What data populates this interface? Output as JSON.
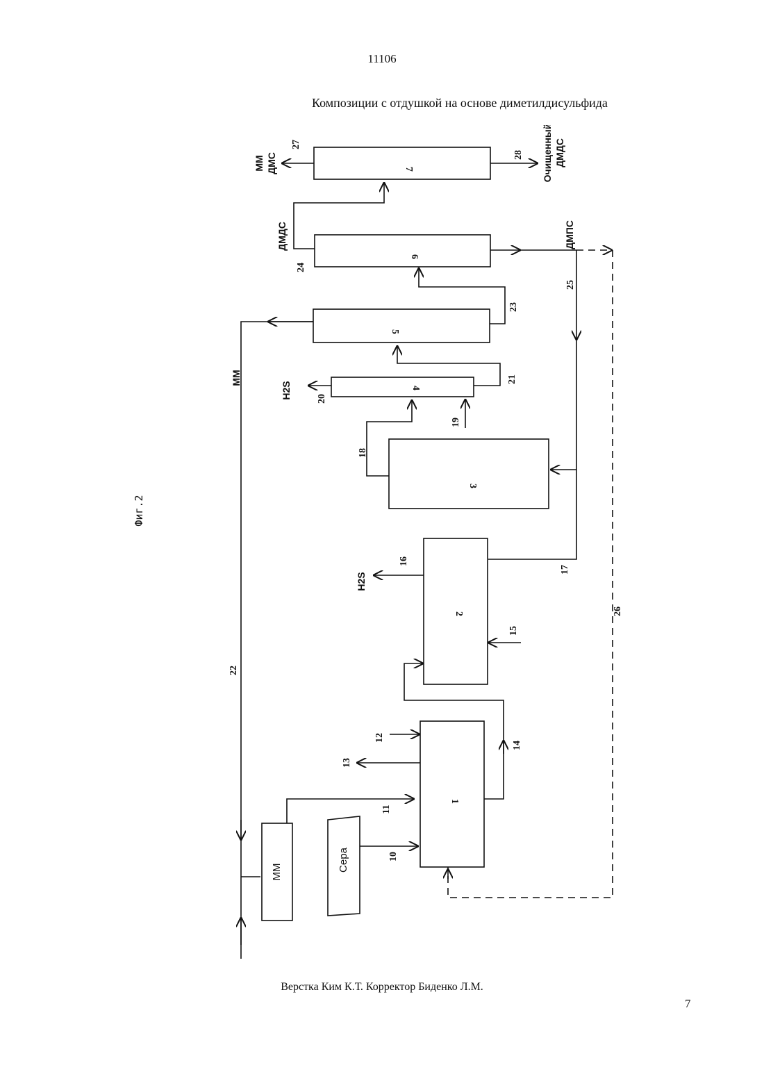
{
  "header": {
    "page_number": "11106",
    "title": "Композиции с отдушкой на основе диметилдисульфида"
  },
  "figure": {
    "caption": "Фиг.2",
    "units": {
      "u1": "1",
      "u2": "2",
      "u3": "3",
      "u4": "4",
      "u5": "5",
      "u6": "6",
      "u7": "7",
      "mm_tank": "ММ",
      "sulfur_tank": "Сера"
    },
    "streams": {
      "s10": "10",
      "s11": "11",
      "s12": "12",
      "s13": "13",
      "s14": "14",
      "s15": "15",
      "s16": "16",
      "s17": "17",
      "s18": "18",
      "s19": "19",
      "s20": "20",
      "s21": "21",
      "s22": "22",
      "s23": "23",
      "s24": "24",
      "s25": "25",
      "s26": "26",
      "s27": "27",
      "s28": "28"
    },
    "products": {
      "h2s_top": "H2S",
      "h2s_mid": "H2S",
      "mm_recycle": "ММ",
      "dmds_feed": "ДМДС",
      "dmps": "ДМПС",
      "mm_line1": "ММ",
      "dms_line2": "ДМС",
      "purified_line1": "Очищенный",
      "purified_line2": "ДМДС"
    }
  },
  "footer": {
    "credits": "Верстка Ким К.Т.  Корректор Биденко Л.М.",
    "page_number": "7"
  }
}
